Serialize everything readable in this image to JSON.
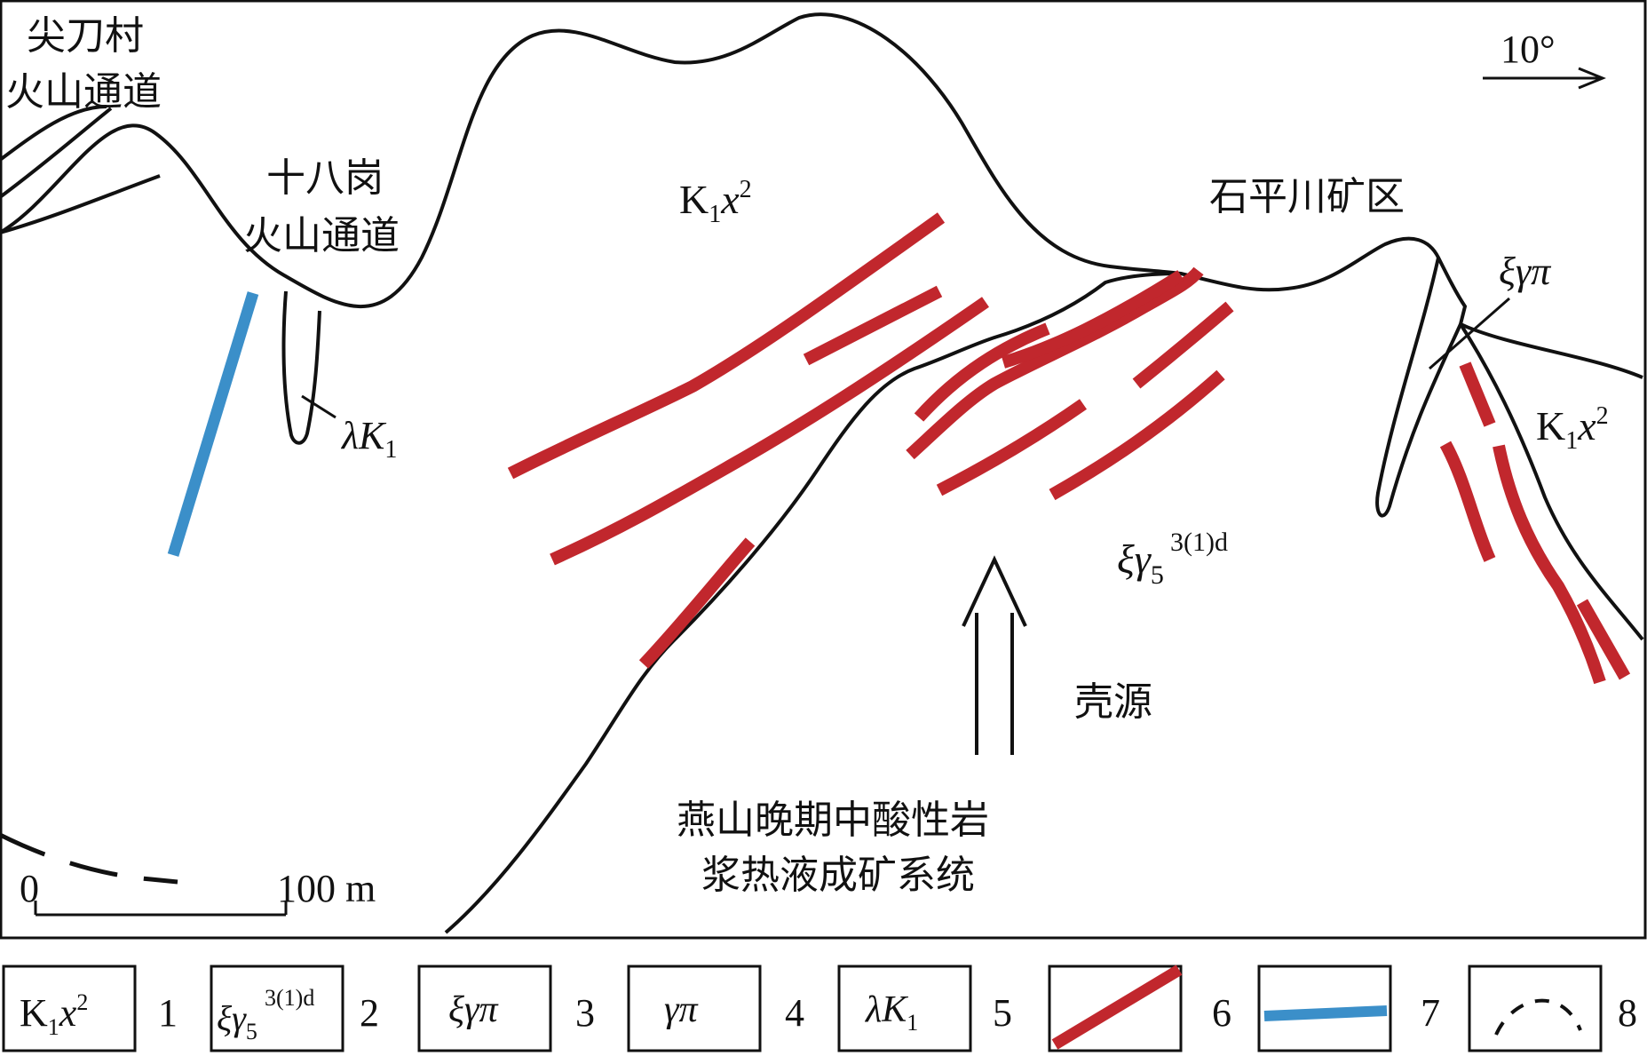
{
  "labels": {
    "jiandaocun_line1": "尖刀村",
    "jiandaocun_line2": "火山通道",
    "shibagang_line1": "十八岗",
    "shibagang_line2": "火山通道",
    "shipingchuan": "石平川矿区",
    "orientation": "10°",
    "crust_source": "壳源",
    "system_line1": "燕山晚期中酸性岩",
    "system_line2": "浆热液成矿系统",
    "scale_zero": "0",
    "scale_hundred": "100 m"
  },
  "symbols": {
    "k1x2_main": "K",
    "k1x2_sub": "1",
    "k1x2_var": "x",
    "k1x2_sup": "2",
    "xigamma_main": "ξγ",
    "xigamma_sub": "5",
    "xigamma_sup": "3(1)d",
    "xigammapi": "ξγπ",
    "gammapi": "γπ",
    "lambdak1_main": "λK",
    "lambdak1_sub": "1"
  },
  "legend": {
    "item1": "1",
    "item2": "2",
    "item3": "3",
    "item4": "4",
    "item5": "5",
    "item6": "6",
    "item7": "7",
    "item8": "8"
  },
  "colors": {
    "vein_red": "#c1272d",
    "dike_blue": "#3b8fc9",
    "line_black": "#111111"
  }
}
